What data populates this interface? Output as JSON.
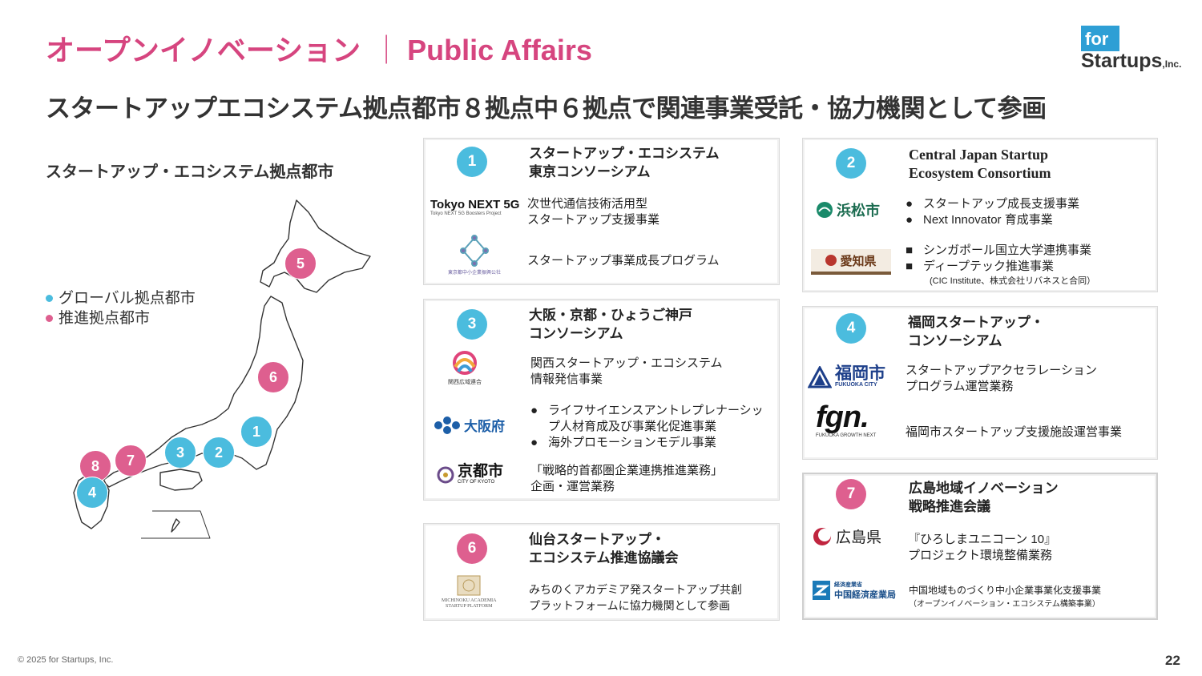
{
  "header": {
    "title": "オープンイノベーション",
    "title_sep": "｜",
    "title_en": "Public Affairs",
    "subtitle": "スタートアップエコシステム拠点都市８拠点中６拠点で関連事業受託・協力機関として参画"
  },
  "brand": {
    "for": "for",
    "startups": "Startups",
    "inc": ",Inc."
  },
  "map": {
    "heading": "スタートアップ・エコシステム拠点都市",
    "legend": [
      {
        "label": "グローバル拠点都市",
        "color": "#4bbcde"
      },
      {
        "label": "推進拠点都市",
        "color": "#de5f8f"
      }
    ],
    "pins": [
      "1",
      "2",
      "3",
      "4",
      "5",
      "6",
      "7",
      "8"
    ]
  },
  "cards": {
    "c1": {
      "num": "1",
      "title": [
        "スタートアップ・エコシステム",
        "東京コンソーシアム"
      ],
      "org1_name": "Tokyo NEXT 5G",
      "org1_sub": "Tokyo NEXT 5G Boosters Project",
      "org1_desc": [
        "次世代通信技術活用型",
        "スタートアップ支援事業"
      ],
      "org2_name": "東京都中小企業振興公社",
      "org2_desc": "スタートアップ事業成長プログラム"
    },
    "c2": {
      "num": "2",
      "title": [
        "Central Japan Startup",
        "Ecosystem Consortium"
      ],
      "org1_name": "浜松市",
      "org1_items": [
        "スタートアップ成長支援事業",
        "Next Innovator 育成事業"
      ],
      "org2_name": "愛知県",
      "org2_items": [
        "シンガポール国立大学連携事業",
        "ディープテック推進事業"
      ],
      "org2_note": "(CIC Institute、株式会社リバネスと合同）",
      "bullet_round": "●",
      "bullet_square": "■"
    },
    "c3": {
      "num": "3",
      "title": [
        "大阪・京都・ひょうご神戸",
        "コンソーシアム"
      ],
      "org1_name": "関西広域連合",
      "org1_desc": [
        "関西スタートアップ・エコシステム",
        "情報発信事業"
      ],
      "org2_name": "大阪府",
      "org2_items": [
        "ライフサイエンスアントレプレナーシッ",
        "プ人材育成及び事業化促進事業",
        "海外プロモーションモデル事業"
      ],
      "org3_name": "京都市",
      "org3_sub": "CITY OF KYOTO",
      "org3_desc": [
        "「戦略的首都圏企業連携推進業務」",
        "企画・運営業務"
      ],
      "bullet": "●"
    },
    "c4": {
      "num": "4",
      "title": [
        "福岡スタートアップ・",
        "コンソーシアム"
      ],
      "org1_name": "福岡市",
      "org1_sub": "FUKUOKA CITY",
      "org1_desc": [
        "スタートアップアクセラレーション",
        "プログラム運営業務"
      ],
      "org2_name": "fgn.",
      "org2_sub": "FUKUOKA GROWTH NEXT",
      "org2_desc": "福岡市スタートアップ支援施設運営事業"
    },
    "c6": {
      "num": "6",
      "title": [
        "仙台スタートアップ・",
        "エコシステム推進協議会"
      ],
      "org1_name": "MICHINOKU ACADEMIA",
      "org1_sub": "STARTUP PLATFORM",
      "org1_desc": [
        "みちのくアカデミア発スタートアップ共創",
        "プラットフォームに協力機関として参画"
      ]
    },
    "c7": {
      "num": "7",
      "title": [
        "広島地域イノベーション",
        "戦略推進会議"
      ],
      "org1_name": "広島県",
      "org1_desc": [
        "『ひろしまユニコーン 10』",
        "プロジェクト環境整備業務"
      ],
      "org2_name": "中国経済産業局",
      "org2_sub": "経済産業省",
      "org2_desc": "中国地域ものづくり中小企業事業化支援事業",
      "org2_note": "（オープンイノベーション・エコシステム構築事業）"
    }
  },
  "footer": {
    "copyright": "© 2025 for Startups, Inc.",
    "page": "22"
  }
}
